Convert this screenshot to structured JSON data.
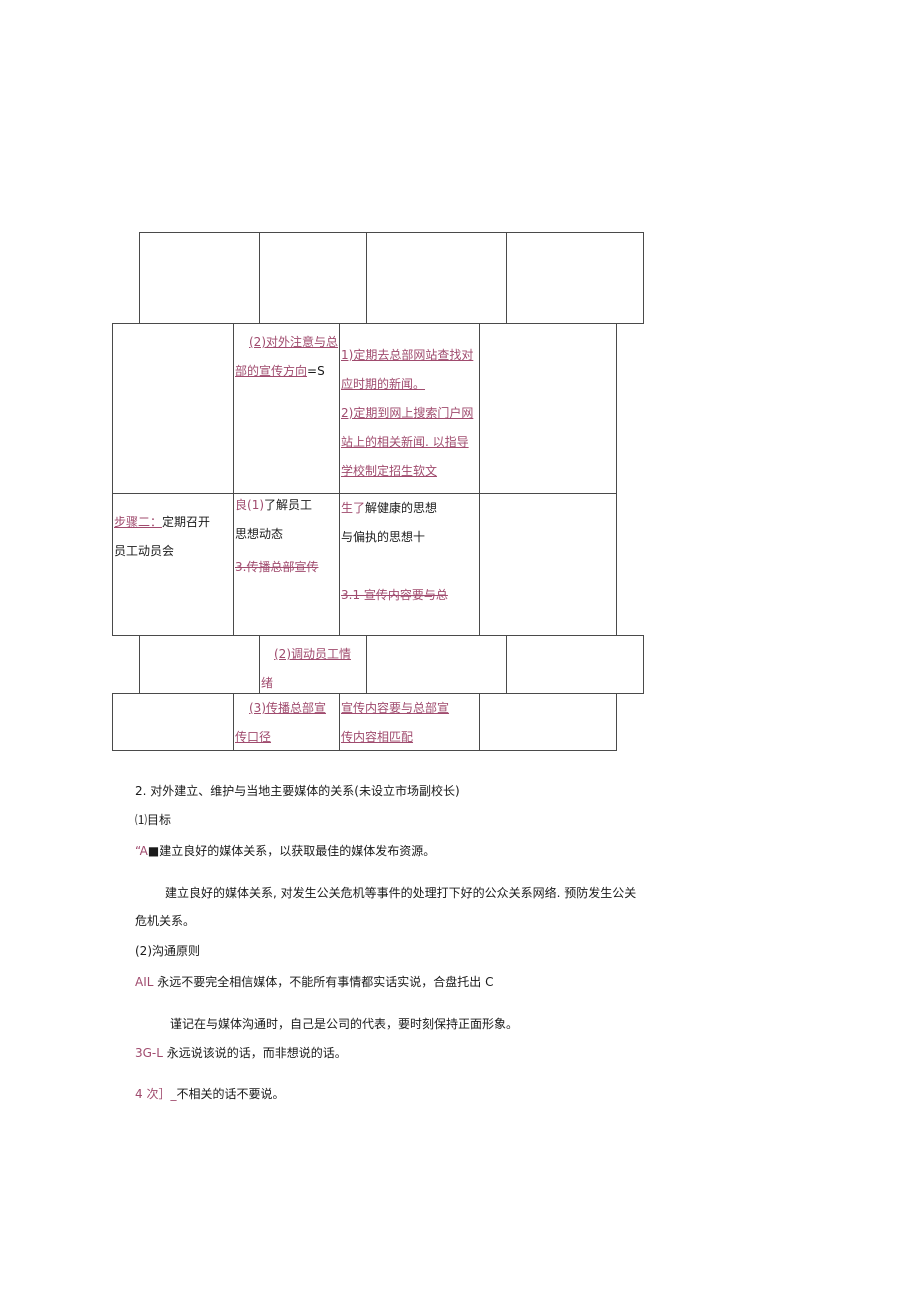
{
  "table": {
    "row2": {
      "col2": {
        "line1": "(2)对外注意与总",
        "line2_pink": "部的宣传方向",
        "line2_black": "=S"
      },
      "col3": {
        "lines": [
          "1)定期去总部网站查找对",
          "应时期的新闻。",
          "2)定期到网上搜索门户网",
          "站上的相关新闻. 以指导",
          "学校制定招生软文"
        ]
      }
    },
    "row3": {
      "col1": {
        "line1_pink": "步骤二：",
        "line1_black": "定期召开",
        "line2": "员工动员会"
      },
      "col2": {
        "line1_pink": "良",
        "line1_pink2": "(1)",
        "line1_black": "了解员工",
        "line2": "思想动态",
        "line3_strike": "3.传播总部宣传"
      },
      "col3": {
        "line1_pink": "生了",
        "line1_black": "解健康的思想",
        "line2": "与偏执的思想十",
        "line3_strike": "3.1 宣传内容要与总"
      }
    },
    "row4": {
      "col2": {
        "line1": "(2)调动员工情",
        "line2": "绪"
      }
    },
    "row5": {
      "col2": {
        "line1": "(3)传播总部宣",
        "line2": "传口径"
      },
      "col3": {
        "line1": "宣传内容要与总部宣",
        "line2": "传内容相匹配"
      }
    }
  },
  "body": {
    "heading": "2. 对外建立、维护与当地主要媒体的关系(未设立市场副校长)",
    "sub1": "⑴目标",
    "goal_prefix": "“A",
    "goal_box": "■",
    "goal_text": "建立良好的媒体关系，以获取最佳的媒体发布资源。",
    "para1_line1": "建立良好的媒体关系, 对发生公关危机等事件的处理打下好的公众关系网络. 预防发生公关",
    "para1_line2": "危机关系。",
    "sub2": "(2)沟通原则",
    "rule1_prefix": "AIL",
    "rule1_text": " 永远不要完全相信媒体，不能所有事情都实话实说，合盘托出 C",
    "rule2_text": "谨记在与媒体沟通时，自己是公司的代表，要时刻保持正面形象。",
    "rule3_prefix": "3G-L",
    "rule3_text": " 永远说该说的话，而非想说的话。",
    "rule4_prefix": "4 次］_",
    "rule4_text": "不相关的话不要说。"
  },
  "colors": {
    "accent_pink": "#a04b6e",
    "border": "#4a4a4a",
    "text": "#1a1a1a"
  }
}
